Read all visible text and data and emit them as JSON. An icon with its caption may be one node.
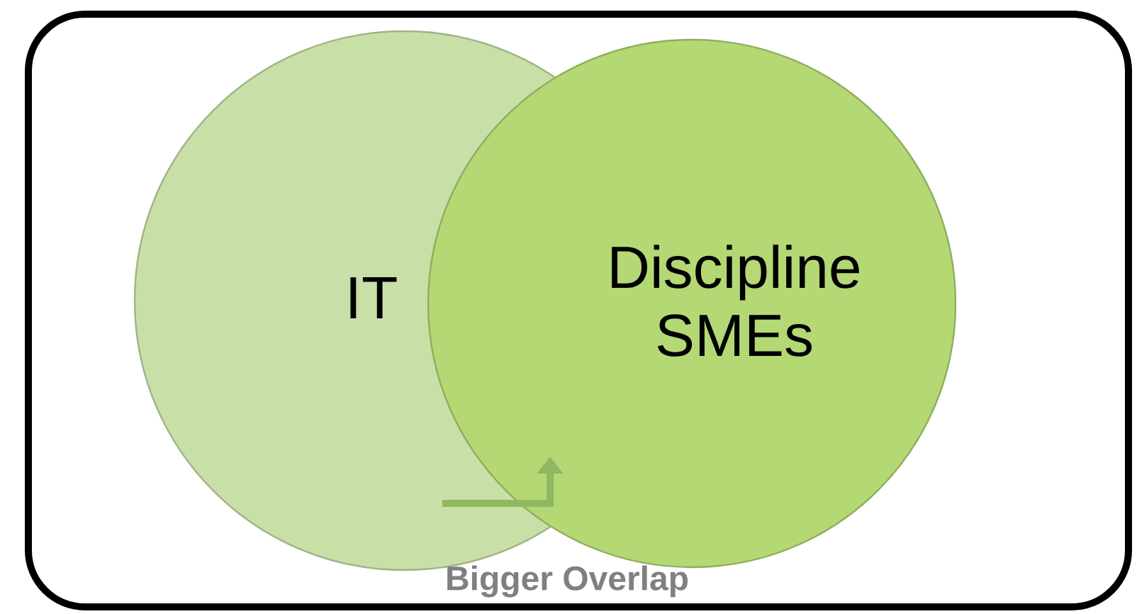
{
  "diagram": {
    "nodes": [
      {
        "text": [
          "IT"
        ]
      },
      {
        "text": [
          "Discipline SMEs"
        ]
      }
    ],
    "edges": [
      {
        "from": 0,
        "to": 1,
        "arrow": "to"
      }
    ],
    "labels": [
      "Bigger Overlap"
    ]
  }
}
